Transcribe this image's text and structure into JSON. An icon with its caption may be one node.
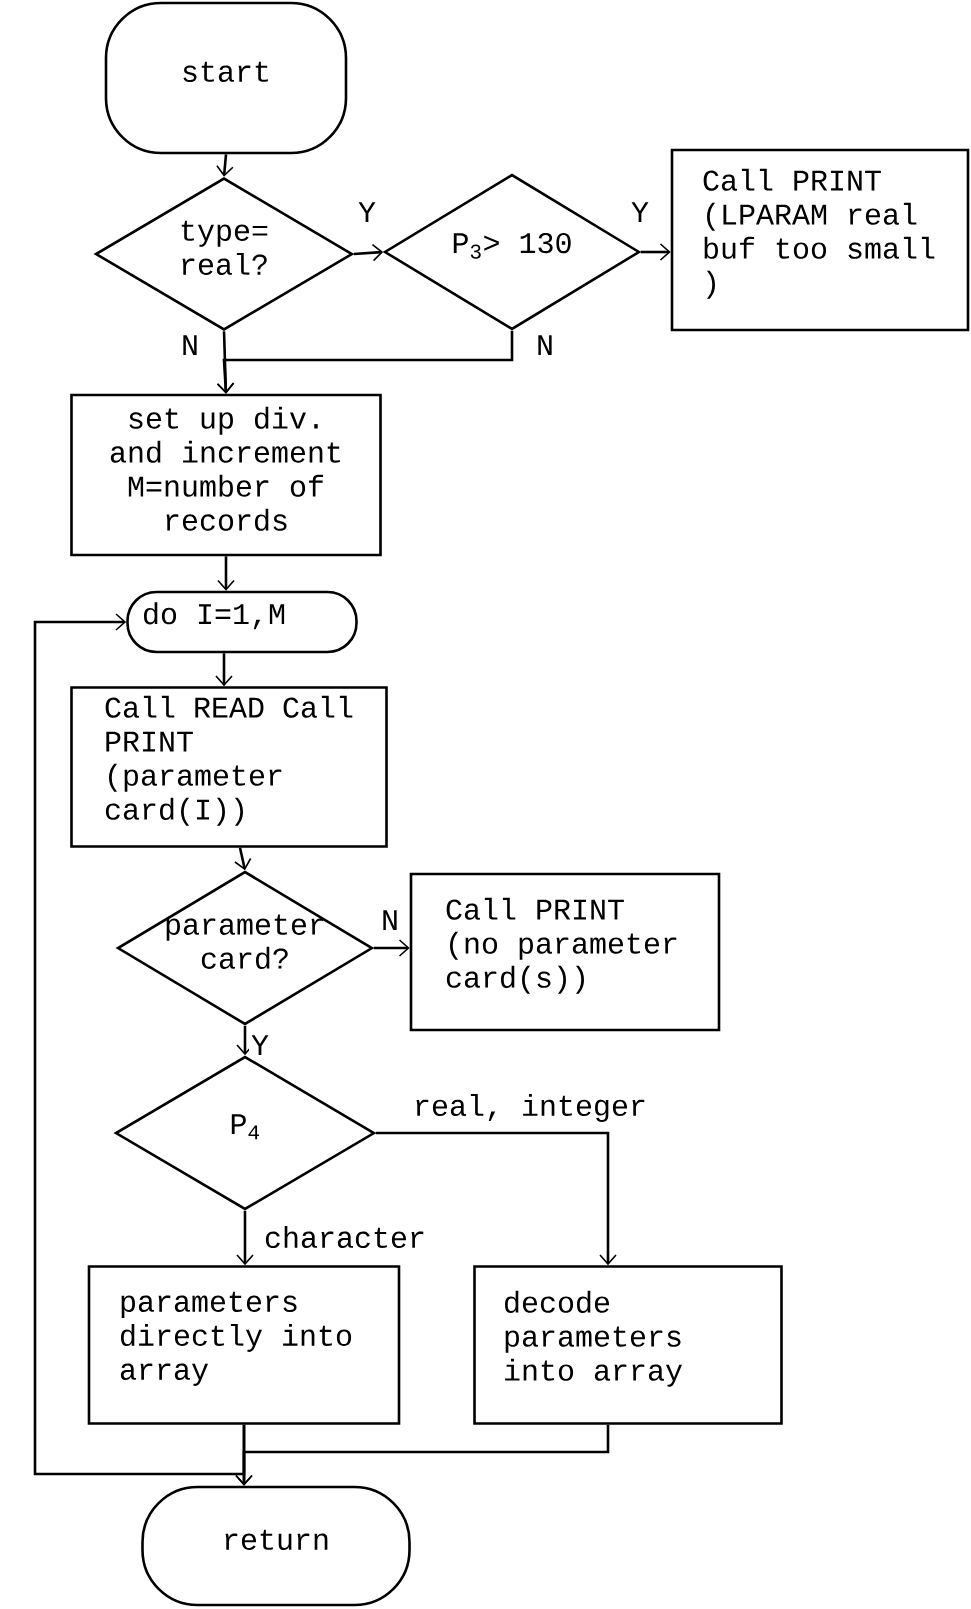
{
  "diagram": {
    "nodes": [
      {
        "text": [
          "start"
        ]
      },
      {
        "text": [
          "type= real?"
        ]
      },
      {
        "text": [
          "P$_{3}$> 130"
        ]
      },
      {
        "text": [
          "Call PRINT (LPARAM real buf too small )"
        ]
      },
      {
        "text": [
          "set up div. and increment M=number of records"
        ]
      },
      {
        "text": [
          "do I=1,M"
        ]
      },
      {
        "text": [
          "Call READ Call PRINT (parameter card(I))"
        ]
      },
      {
        "text": [
          "parameter card?"
        ]
      },
      {
        "text": [
          "Call PRINT (no parameter card(s))"
        ]
      },
      {
        "text": [
          "P$_{4}$"
        ]
      },
      {
        "text": [
          "parameters directly into array"
        ]
      },
      {
        "text": [
          "decode parameters into array"
        ]
      },
      {
        "text": [
          "return"
        ]
      }
    ],
    "edges": [
      {
        "from": 0,
        "to": 1,
        "arrow": "to"
      },
      {
        "from": 1,
        "to": 2,
        "arrow": "to",
        "label": "Y"
      },
      {
        "from": 2,
        "to": 3,
        "arrow": "to",
        "label": "Y"
      },
      {
        "from": 1,
        "to": 4,
        "arrow": "to",
        "label": "N"
      },
      {
        "from": 2,
        "to": 4,
        "arrow": "to",
        "label": "N"
      },
      {
        "from": 4,
        "to": 5,
        "arrow": "to"
      },
      {
        "from": 5,
        "to": 6,
        "arrow": "to"
      },
      {
        "from": 6,
        "to": 7,
        "arrow": "to"
      },
      {
        "from": 7,
        "to": 8,
        "arrow": "to",
        "label": "N"
      },
      {
        "from": 7,
        "to": 9,
        "arrow": "to",
        "label": "Y"
      },
      {
        "from": 9,
        "to": 10,
        "arrow": "to",
        "label": "character"
      },
      {
        "from": 9,
        "to": 11,
        "arrow": "to",
        "label": "real, integer"
      },
      {
        "from": 10,
        "to": 12,
        "arrow": "to"
      },
      {
        "from": 11,
        "to": 12,
        "arrow": "to"
      },
      {
        "from": 10,
        "to": 5,
        "arrow": "to"
      }
    ]
  }
}
